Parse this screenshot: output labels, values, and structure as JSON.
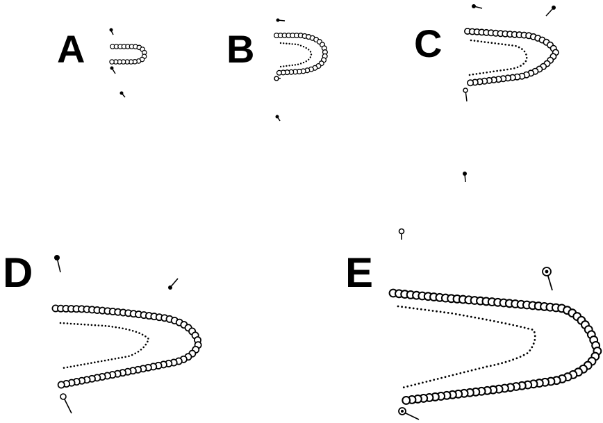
{
  "figure": {
    "background": "#ffffff",
    "ink_color": "#000000",
    "panels": [
      {
        "id": "A",
        "label": "A"
      },
      {
        "id": "B",
        "label": "B"
      },
      {
        "id": "C",
        "label": "C"
      },
      {
        "id": "D",
        "label": "D"
      },
      {
        "id": "E",
        "label": "E"
      }
    ]
  }
}
